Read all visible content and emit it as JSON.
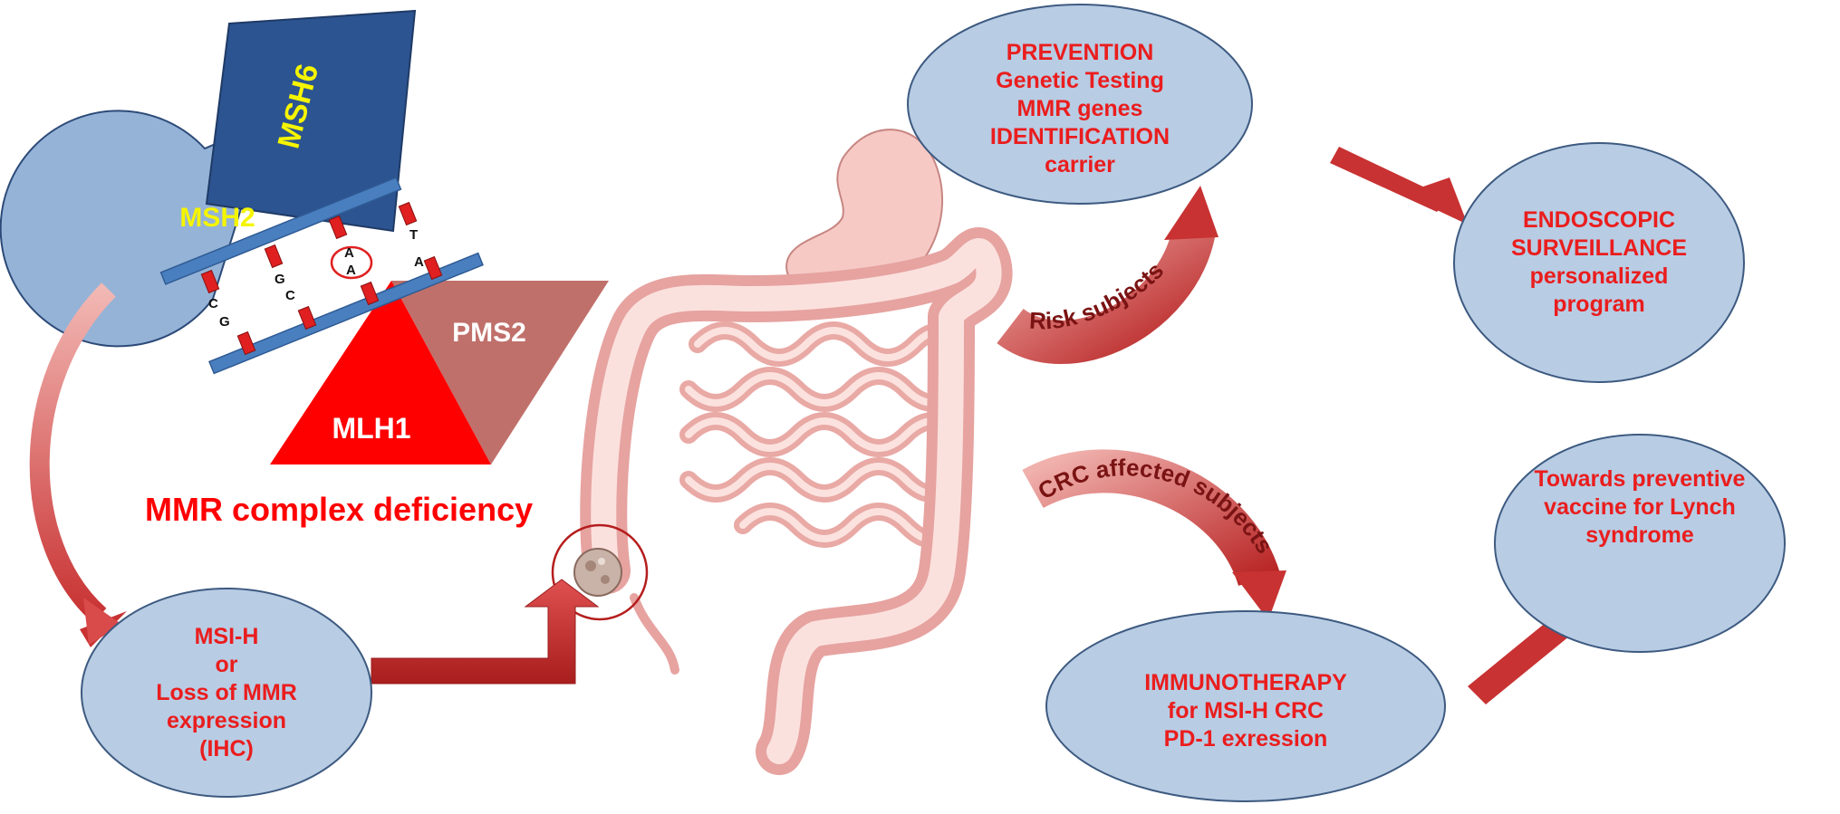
{
  "complex": {
    "msh6": "MSH6",
    "msh2": "MSH2",
    "pms2": "PMS2",
    "mlh1": "MLH1",
    "bases": [
      "C",
      "G",
      "A",
      "T",
      "A",
      "G",
      "C",
      "A"
    ],
    "caption": "MMR complex deficiency"
  },
  "msi_box": {
    "lines": [
      "MSI-H",
      "or",
      "Loss of MMR",
      "expression",
      "(IHC)"
    ]
  },
  "prevention_box": {
    "lines": [
      "PREVENTION",
      "Genetic Testing",
      "MMR genes",
      "IDENTIFICATION",
      "carrier"
    ]
  },
  "endoscopic_box": {
    "lines": [
      "ENDOSCOPIC",
      "SURVEILLANCE",
      "personalized",
      "program"
    ]
  },
  "vaccine_box": {
    "lines": [
      "Towards preventive",
      "vaccine for Lynch",
      "syndrome"
    ]
  },
  "immuno_box": {
    "lines": [
      "IMMUNOTHERAPY",
      "for MSI-H CRC",
      "PD-1 exression"
    ]
  },
  "arrow_labels": {
    "risk": "Risk subjects",
    "crc": "CRC affected subjects"
  },
  "colors": {
    "ellipse_fill": "#b8cce4",
    "ellipse_stroke": "#3d5a80",
    "text_red": "#ea1d1d",
    "label_dark_red": "#7a1313",
    "msh6": "#2c5490",
    "msh2": "#95b3d7",
    "pms2": "#c0706b",
    "mlh1": "#ff0000",
    "dna_strand": "#4a7fbf",
    "arrow_red": "#d94a4a"
  }
}
